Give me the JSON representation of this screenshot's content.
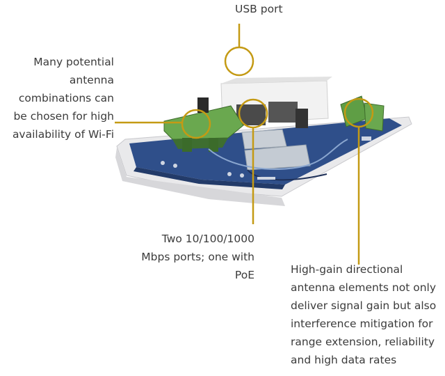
{
  "labels": {
    "usb": [
      "USB port"
    ],
    "antenna": [
      "Many potential",
      "antenna",
      "combinations can",
      "be chosen for high",
      "availability of Wi-Fi"
    ],
    "ports": [
      "Two 10/100/1000",
      "Mbps ports; one with",
      "PoE"
    ],
    "gain": [
      "High-gain directional",
      "antenna elements not only",
      "deliver signal gain but also",
      "interference mitigation for",
      "range extension, reliability",
      "and high data rates"
    ]
  },
  "colors": {
    "callout": "#c49a14",
    "board": "#2f4f8a",
    "casing": "#f1f1f1",
    "pcb_green": "#4f8a3e"
  }
}
